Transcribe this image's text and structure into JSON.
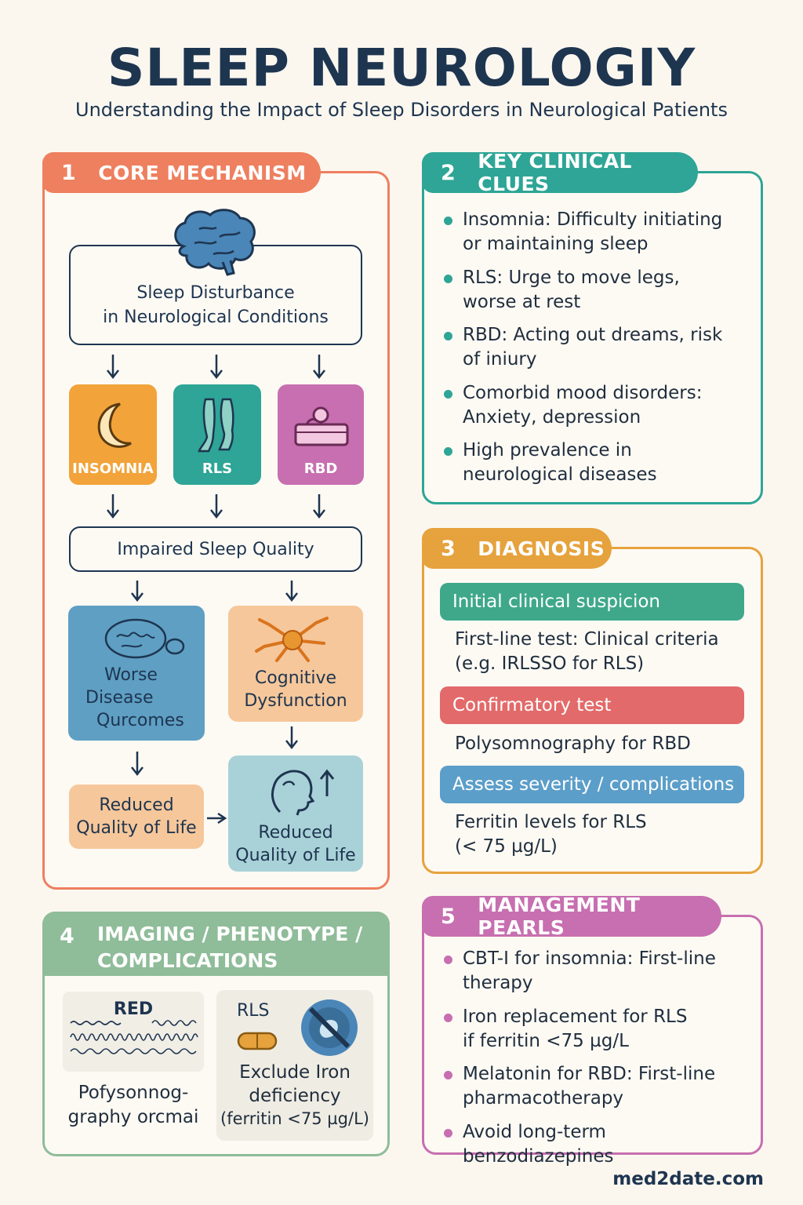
{
  "header": {
    "title": "SLEEP NEUROLOGIY",
    "subtitle": "Understanding the Impact of Sleep Disorders in Neurological Patients"
  },
  "colors": {
    "core": "#ee7f5f",
    "clues": "#2ea596",
    "diagnosis": "#e6a23c",
    "imaging": "#8fbc99",
    "management": "#c76fb0"
  },
  "core": {
    "number": "1",
    "title": "CORE MECHANISM",
    "top_box": [
      "Sleep Disturbance",
      "in Neurological Conditions"
    ],
    "tiles": [
      {
        "label": "INSOMNIA",
        "icon": "moon-icon"
      },
      {
        "label": "RLS",
        "icon": "legs-icon"
      },
      {
        "label": "RBD",
        "icon": "bed-icon"
      }
    ],
    "impaired": "Impaired Sleep Quality",
    "worse": [
      "Worse",
      "Disease",
      "Qurcomes"
    ],
    "cognitive": [
      "Cognitive",
      "Dysfunction"
    ],
    "reduced_left": [
      "Reduced",
      "Quality of Life"
    ],
    "reduced_right": [
      "Reduced",
      "Quality of Life"
    ]
  },
  "clues": {
    "number": "2",
    "title": "KEY CLINICAL CLUES",
    "items": [
      [
        "Insomnia: Difficulty initiating",
        "or maintaining sleep"
      ],
      [
        "RLS: Urge to move legs,",
        "worse at rest"
      ],
      [
        "RBD: Acting out dreams, risk",
        "of iniury"
      ],
      [
        "Comorbid mood disorders:",
        "Anxiety, depression"
      ],
      [
        "High prevalence in",
        "neurological diseases"
      ]
    ]
  },
  "diagnosis": {
    "number": "3",
    "title": "DIAGNOSIS",
    "steps": [
      {
        "bar": "Initial clinical suspicion",
        "color": "#3fa88a",
        "text": [
          "First-line test: Clinical criteria",
          "(e.g. IRLSSO for RLS)"
        ]
      },
      {
        "bar": "Confirmatory test",
        "color": "#e36a6a",
        "text": [
          "Polysomnography for RBD"
        ]
      },
      {
        "bar": "Assess severity / complications",
        "color": "#5b9ec9",
        "text": [
          "Ferritin levels for RLS",
          "(< 75 µg/L)"
        ]
      }
    ]
  },
  "imaging": {
    "number": "4",
    "title": [
      "IMAGING / PHENOTYPE /",
      "COMPLICATIONS"
    ],
    "psg_label": "RED",
    "psg_caption": [
      "Pofysonnog-",
      "graphy orcmai"
    ],
    "rls_label": "RLS",
    "rls_caption": [
      "Exclude Iron",
      "deficiency",
      "(ferritin <75 µg/L)"
    ]
  },
  "management": {
    "number": "5",
    "title": "MANAGEMENT PEARLS",
    "items": [
      [
        "CBT-I for insomnia: First-line",
        "therapy"
      ],
      [
        "Iron replacement for RLS",
        "if ferritin <75 µg/L"
      ],
      [
        "Melatonin for RBD: First-line",
        "pharmacotherapy"
      ],
      [
        "Avoid long-term benzodiazepines"
      ]
    ]
  },
  "footer": {
    "site": "med2date.com"
  }
}
